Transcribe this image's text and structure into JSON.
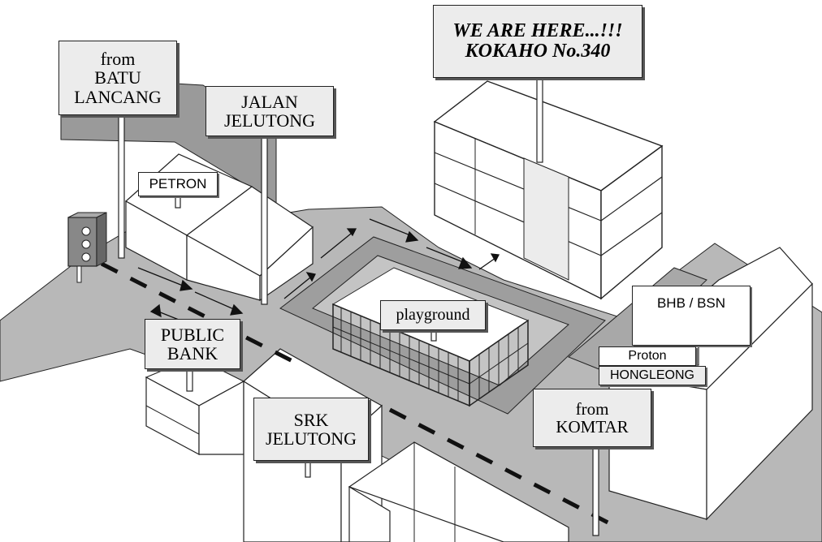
{
  "signs": {
    "batu_lancang": {
      "line1": "from",
      "line2": "BATU",
      "line3": "LANCANG"
    },
    "jalan_jelutong": {
      "line1": "JALAN",
      "line2": "JELUTONG"
    },
    "we_are_here": {
      "line1": "WE ARE HERE...!!!",
      "line2": "KOKAHO No.340"
    },
    "petron": {
      "label": "PETRON"
    },
    "public_bank": {
      "line1": "PUBLIC",
      "line2": "BANK"
    },
    "playground": {
      "label": "playground"
    },
    "bhb_bsn": {
      "label": "BHB / BSN"
    },
    "proton": {
      "label": "Proton"
    },
    "hongleong": {
      "label": "HONGLEONG"
    },
    "komtar": {
      "line1": "from",
      "line2": "KOMTAR"
    },
    "srk_jelutong": {
      "line1": "SRK",
      "line2": "JELUTONG"
    }
  },
  "colors": {
    "road": "#b8b8b8",
    "roof_shade": "#9a9a9a",
    "building": "#ffffff",
    "sign_fill": "#ececec",
    "outline": "#222222"
  }
}
